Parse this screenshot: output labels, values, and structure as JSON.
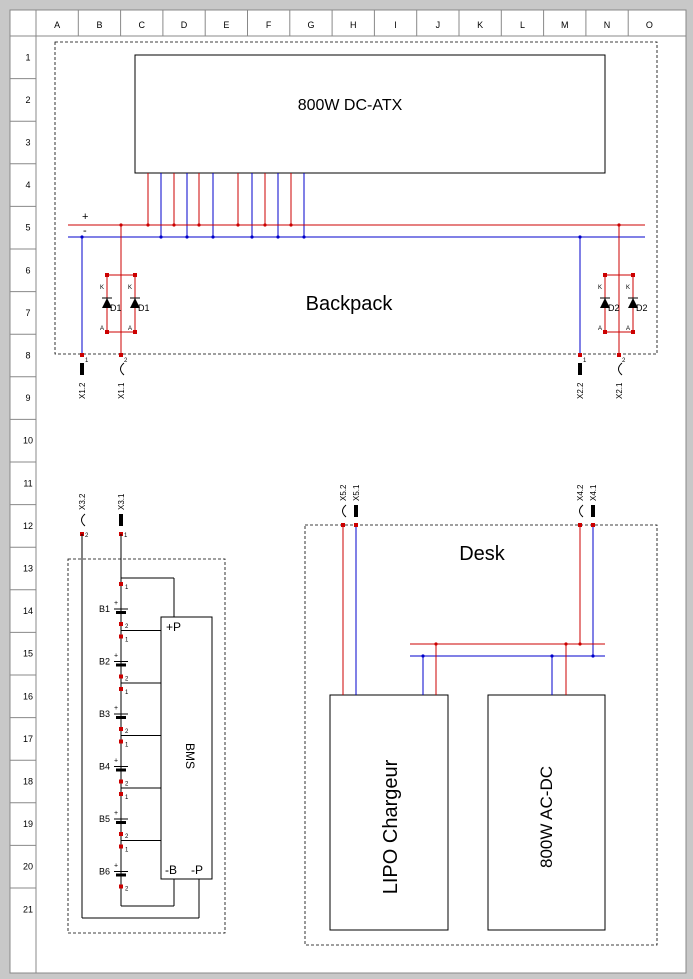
{
  "columns": [
    "A",
    "B",
    "C",
    "D",
    "E",
    "F",
    "G",
    "H",
    "I",
    "J",
    "K",
    "L",
    "M",
    "N",
    "O"
  ],
  "rows": [
    "1",
    "2",
    "3",
    "4",
    "5",
    "6",
    "7",
    "8",
    "9",
    "10",
    "11",
    "12",
    "13",
    "14",
    "15",
    "16",
    "17",
    "18",
    "19",
    "20",
    "21"
  ],
  "backpack": {
    "title": "Backpack",
    "atx_label": "800W DC-ATX",
    "plus": "+",
    "minus": "-",
    "diode_left": "D1",
    "diode_right": "D2",
    "pin_k": "K",
    "pin_a": "A",
    "connectors": [
      "X1.2",
      "X1.1",
      "X2.2",
      "X2.1"
    ],
    "pin1": "1",
    "pin2": "2"
  },
  "battery": {
    "connectors": [
      "X3.2",
      "X3.1"
    ],
    "cells": [
      "B1",
      "B2",
      "B3",
      "B4",
      "B5",
      "B6"
    ],
    "bms_label": "BMS",
    "bms_plus": "+P",
    "bms_minus_b": "-B",
    "bms_minus_p": "-P",
    "cell_plus": "+"
  },
  "desk": {
    "title": "Desk",
    "connectors": [
      "X5.2",
      "X5.1",
      "X4.2",
      "X4.1"
    ],
    "charger_label": "LIPO Chargeur",
    "acdc_label": "800W AC-DC"
  },
  "colors": {
    "positive": "#cc0000",
    "negative": "#0000cc",
    "frame_bg": "#c8c8c8"
  }
}
